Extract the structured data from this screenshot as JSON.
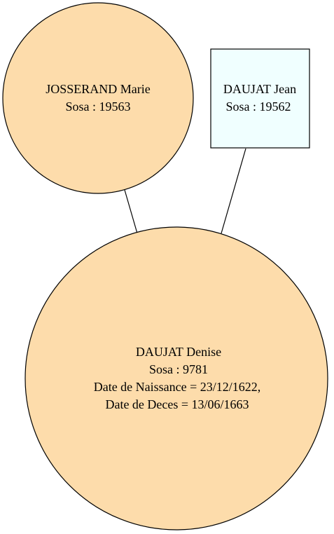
{
  "nodes": {
    "mother": {
      "name": "JOSSERAND Marie",
      "sosa": "Sosa : 19563",
      "fill": "#fddcab"
    },
    "father": {
      "name": "DAUJAT Jean",
      "sosa": "Sosa : 19562",
      "fill": "#f0ffff"
    },
    "child": {
      "name": "DAUJAT Denise",
      "sosa": "Sosa : 9781",
      "birth": "Date de Naissance = 23/12/1622,",
      "death": "Date de Deces = 13/06/1663",
      "fill": "#fddcab"
    }
  },
  "colors": {
    "stroke": "#000000",
    "background": "#ffffff"
  }
}
